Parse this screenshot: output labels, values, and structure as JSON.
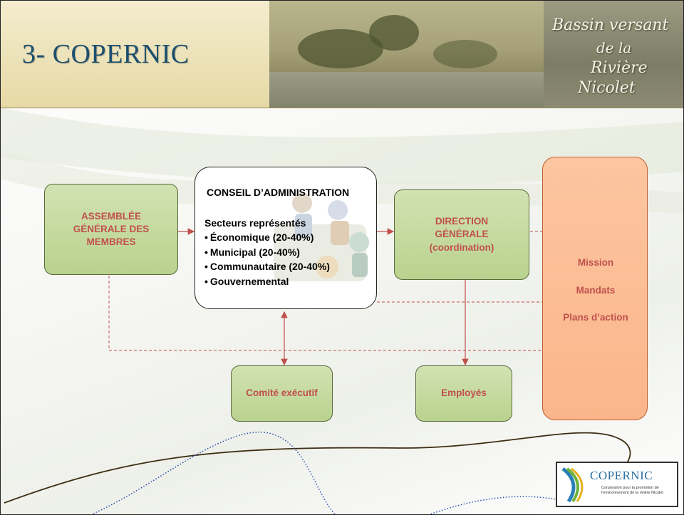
{
  "header": {
    "title": "3- COPERNIC",
    "banner_lines": [
      "Bassin versant",
      "de la",
      "Rivière",
      "Nicolet"
    ]
  },
  "nodes": {
    "assemblee": "ASSEMBLÉE GÉNÉRALE DES MEMBRES",
    "conseil": {
      "title": "CONSEIL D’ADMINISTRATION",
      "subtitle": "Secteurs représentés",
      "items": [
        "Économique (20-40%)",
        "Municipal (20-40%)",
        "Communautaire (20-40%)",
        "Gouvernemental"
      ]
    },
    "direction": "DIRECTION GÉNÉRALE (coordination)",
    "comite": "Comité exécutif",
    "employes": "Employés",
    "mission_items": [
      "Mission",
      "Mandats",
      "Plans d’action"
    ]
  },
  "edges": [
    {
      "from": "assemblee",
      "to": "conseil",
      "style": "solid-arrow"
    },
    {
      "from": "conseil",
      "to": "direction",
      "style": "solid-arrow"
    },
    {
      "from": "conseil",
      "to": "comite",
      "style": "double-arrow"
    },
    {
      "from": "direction",
      "to": "employes",
      "style": "solid-arrow"
    },
    {
      "from": "assemblee",
      "to": "mission",
      "style": "dashed"
    },
    {
      "from": "conseil",
      "to": "mission",
      "style": "dashed"
    },
    {
      "from": "direction",
      "to": "mission",
      "style": "dashed"
    }
  ],
  "logo": {
    "name": "COPERNIC",
    "tagline": "Corporation pour la promotion de l'environnement de la rivière Nicolet"
  },
  "colors": {
    "title": "#1c4f6e",
    "node_fill": "#c3d69b",
    "node_text": "#c0504d",
    "mission_fill": "#fbbc94",
    "connector": "#c0504d"
  }
}
